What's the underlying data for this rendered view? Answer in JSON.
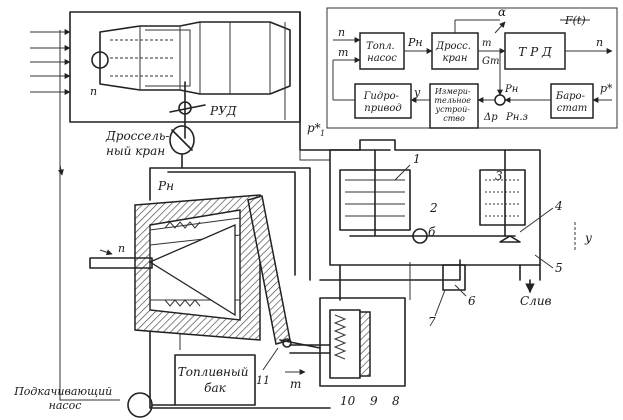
{
  "labels": {
    "n_inlet": "n",
    "rud": "РУД",
    "throttle_valve": "Дроссель-\nный кран",
    "p_n_left": "Рн",
    "p1_star_mid": "р*",
    "p1_sub": "1",
    "n_shaft": "n",
    "m_out": "m",
    "drain": "Слив",
    "boost_pump": "Подкачивающий\nнасос",
    "fuel_tank": "Топливный\nбак",
    "y_axis": "у",
    "num_1": "1",
    "num_2": "2",
    "num_3": "3",
    "num_4": "4",
    "num_5": "5",
    "num_6": "6",
    "num_7": "7",
    "num_8": "8",
    "num_9": "9",
    "num_10": "10",
    "num_11": "11",
    "sub_b": "б"
  },
  "block_diagram": {
    "blocks": {
      "fuel_pump": "Топл.\nнасос",
      "throttle": "Дросс.\nкран",
      "engine": "Т Р Д",
      "actuator": "Гидро-\nпривод",
      "measure": "Измери-\nтельное\nустрой-\nство",
      "barostat": "Баро-\nстат"
    },
    "signals": {
      "n_in": "n",
      "m_in": "m",
      "p_n": "Рн",
      "g_t": "Gт",
      "alpha": "α",
      "f_t": "F(t)",
      "n_out": "n",
      "p1_star": "р*",
      "p_n2": "Рн",
      "y": "у",
      "delta_p": "Δр",
      "p_nz": "Рн.з",
      "m_small": "т"
    }
  }
}
